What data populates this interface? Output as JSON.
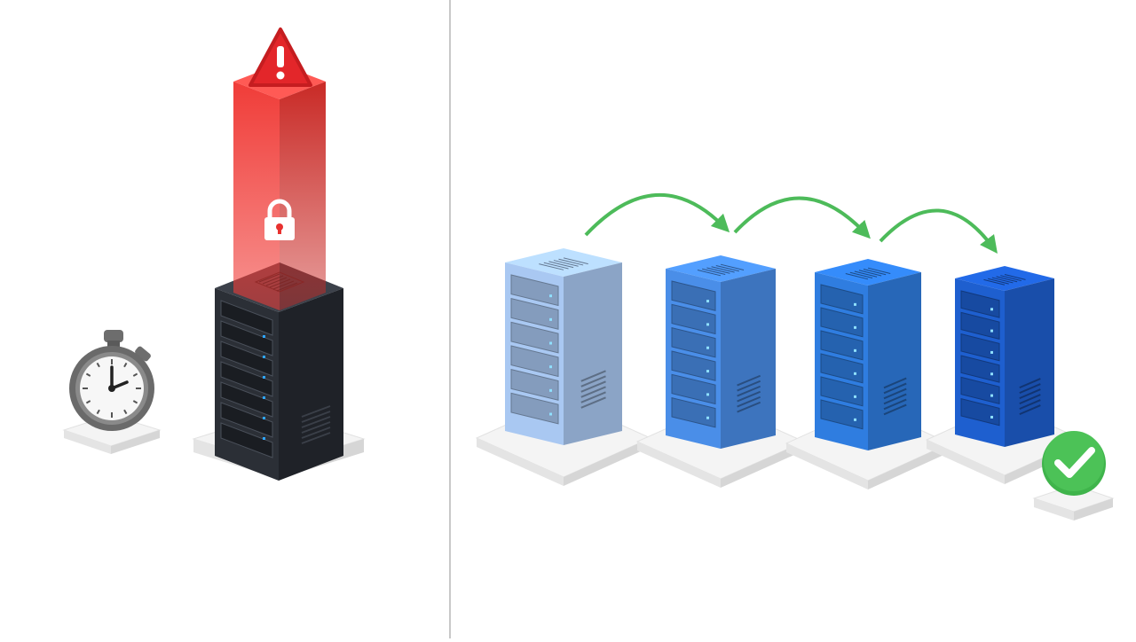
{
  "panels": [
    {
      "id": "left",
      "meaning": "single-server-lock-contention",
      "stopwatch": {
        "icon": "stopwatch-icon"
      },
      "server": {
        "icon": "server-rack-icon",
        "color": "#2b2f36"
      },
      "lock_column": {
        "icon": "lock-icon",
        "color": "#e8312f"
      },
      "warning": {
        "icon": "warning-triangle-icon",
        "color": "#e3262a"
      }
    },
    {
      "id": "right",
      "meaning": "distributed-server-chain",
      "servers": [
        {
          "icon": "server-rack-icon",
          "color": "#a9c8f2"
        },
        {
          "icon": "server-rack-icon",
          "color": "#4a8ee8"
        },
        {
          "icon": "server-rack-icon",
          "color": "#2f7de0"
        },
        {
          "icon": "server-rack-icon",
          "color": "#1e5fcf"
        }
      ],
      "arrows": {
        "icon": "curved-arrow-icon",
        "count": 3,
        "color": "#4dbb5a"
      },
      "check": {
        "icon": "check-circle-icon",
        "color": "#3fb44b"
      }
    }
  ],
  "divider": {
    "color": "#c8c8c8"
  }
}
